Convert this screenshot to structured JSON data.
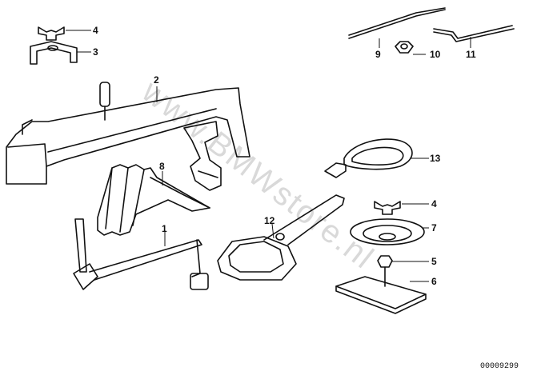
{
  "callouts": [
    {
      "id": "4",
      "label": "4"
    },
    {
      "id": "3",
      "label": "3"
    },
    {
      "id": "2",
      "label": "2"
    },
    {
      "id": "8",
      "label": "8"
    },
    {
      "id": "1",
      "label": "1"
    },
    {
      "id": "9",
      "label": "9"
    },
    {
      "id": "10",
      "label": "10"
    },
    {
      "id": "11",
      "label": "11"
    },
    {
      "id": "13",
      "label": "13"
    },
    {
      "id": "12",
      "label": "12"
    },
    {
      "id": "4b",
      "label": "4"
    },
    {
      "id": "7",
      "label": "7"
    },
    {
      "id": "5",
      "label": "5"
    },
    {
      "id": "6",
      "label": "6"
    }
  ],
  "watermark": "www.BMWstore.nl",
  "reference_number": "00009299"
}
